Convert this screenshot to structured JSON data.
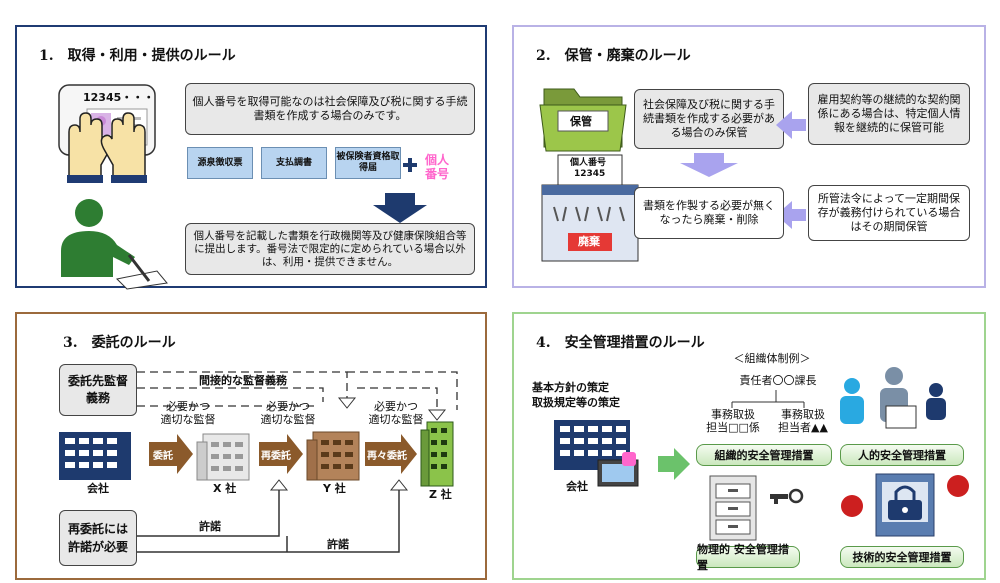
{
  "panel1": {
    "title": "1.　取得・利用・提供のルール",
    "number_display": "12345・・・",
    "box_top": "個人番号を取得可能なのは社会保障及び税に関する手続書類を作成する場合のみです。",
    "docs": [
      "源泉徴収票",
      "支払調書",
      "被保険者資格取得届"
    ],
    "plus_label": "個人\n番号",
    "box_bottom": "個人番号を記載した書類を行政機関等及び健康保険組合等に提出します。番号法で限定的に定められている場合以外は、利用・提供できません。"
  },
  "panel2": {
    "title": "2.　保管・廃棄のルール",
    "folder_label": "保管",
    "box_keep": "社会保障及び税に関する手続書類を作成する必要がある場合のみ保管",
    "box_contract": "雇用契約等の継続的な契約関係にある場合は、特定個人情報を継続的に保管可能",
    "shredder_card_title": "個人番号",
    "shredder_card_number": "12345",
    "shredder_label": "廃棄",
    "box_dispose": "書類を作製する必要が無くなったら廃棄・削除",
    "box_law": "所管法令によって一定期間保存が義務付けられている場合はその期間保管"
  },
  "panel3": {
    "title": "3.　委託のルール",
    "supervise_box": "委託先監督\n義務",
    "indirect_label": "間接的な監督義務",
    "need_label_1": "必要かつ\n適切な監督",
    "need_label_2": "必要かつ\n適切な監督",
    "need_label_3": "必要かつ\n適切な監督",
    "arrow_1": "委託",
    "arrow_2": "再委託",
    "arrow_3": "再々委託",
    "company": "会社",
    "company_x": "X 社",
    "company_y": "Y 社",
    "company_z": "Z 社",
    "resub_box": "再委託には\n許諾が必要",
    "permit_1": "許諾",
    "permit_2": "許諾"
  },
  "panel4": {
    "title": "4.　安全管理措置のルール",
    "policy_text": "基本方針の策定\n取扱規定等の策定",
    "company": "会社",
    "org_example": "＜組織体制例＞",
    "manager": "責任者〇〇課長",
    "staff_1": "事務取扱\n担当□□係",
    "staff_2": "事務取扱\n担当者▲▲",
    "measure_org": "組織的安全管理措置",
    "measure_human": "人的安全管理措置",
    "measure_physical": "物理的 安全管理措置",
    "measure_technical": "技術的安全管理措置"
  },
  "colors": {
    "panel1_border": "#1f3b73",
    "panel2_border": "#b9b2e6",
    "panel3_border": "#9c6a3c",
    "panel4_border": "#9fd48f",
    "arrow_brown": "#8b5a2b",
    "arrow_lavender": "#a9a3ee",
    "arrow_navy": "#1e3a6e",
    "arrow_green": "#6bc26b",
    "pink": "#ff66cc"
  }
}
